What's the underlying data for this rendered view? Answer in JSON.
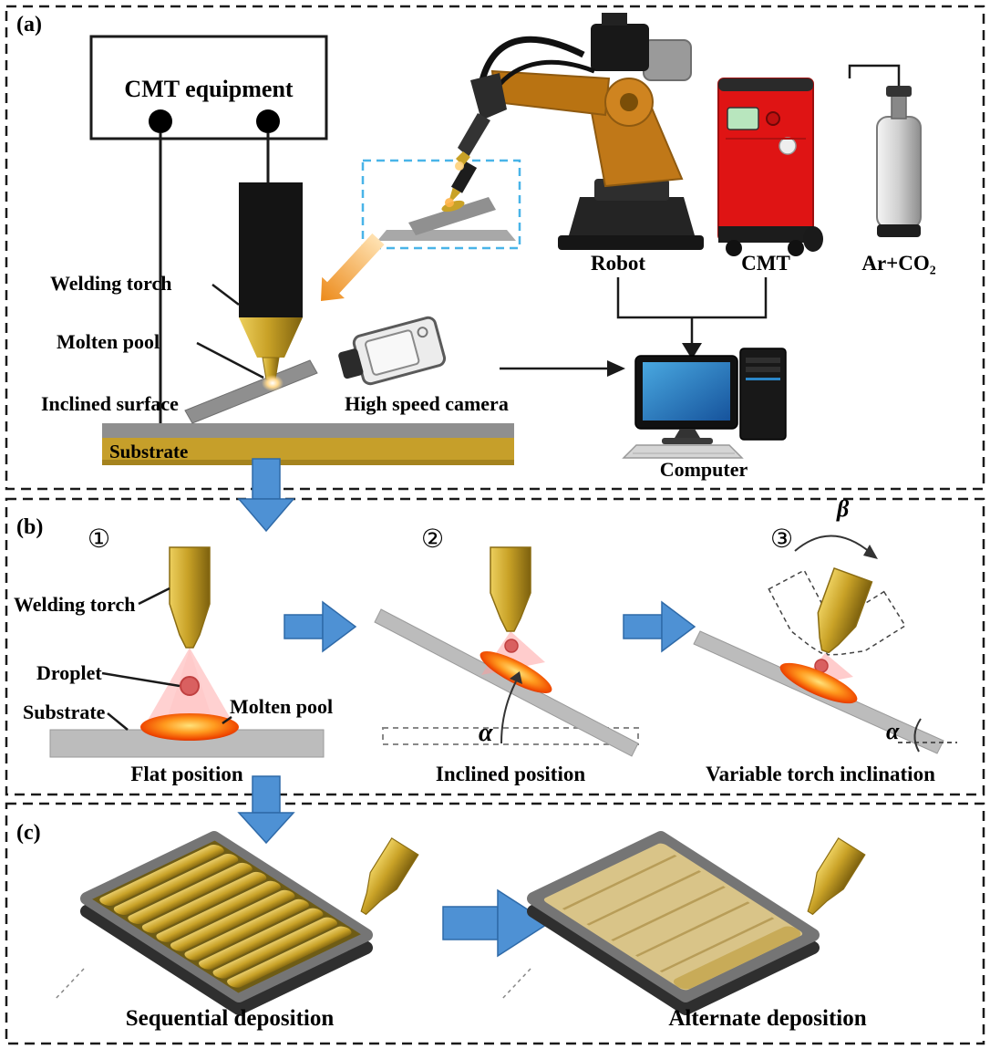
{
  "figure": {
    "panel_a": {
      "label": "(a)",
      "cmt_equipment_label": "CMT equipment",
      "welding_torch_label": "Welding torch",
      "molten_pool_label": "Molten pool",
      "inclined_surface_label": "Inclined surface",
      "substrate_label": "Substrate",
      "robot_label": "Robot",
      "cmt_label": "CMT",
      "gas_label": "Ar+CO₂",
      "camera_label": "High speed camera",
      "computer_label": "Computer"
    },
    "panel_b": {
      "label": "(b)",
      "step_1": "①",
      "step_2": "②",
      "step_3": "③",
      "welding_torch_label": "Welding torch",
      "droplet_label": "Droplet",
      "substrate_label": "Substrate",
      "molten_pool_label": "Molten pool",
      "caption_1": "Flat position",
      "caption_2": "Inclined position",
      "caption_3": "Variable torch inclination",
      "alpha": "α",
      "beta": "β"
    },
    "panel_c": {
      "label": "(c)",
      "caption_left": "Sequential deposition",
      "caption_right": "Alternate deposition"
    }
  },
  "colors": {
    "panel_border": "#1a1a1a",
    "arrow_blue": "#4e91d4",
    "arrow_orange": "#ee8a1a",
    "torch_gold": "#c9a227",
    "torch_black": "#141414",
    "cmt_red": "#df1414",
    "substrate_gold": "#c69f2a",
    "steel_gray": "#bcbcbc",
    "molten_orange": "#ff7300",
    "droplet_red": "#d96060",
    "glow_pink": "#ff9a9a",
    "dashed_box_blue": "#49b4e8",
    "screen_blue": "#2b87c8"
  }
}
